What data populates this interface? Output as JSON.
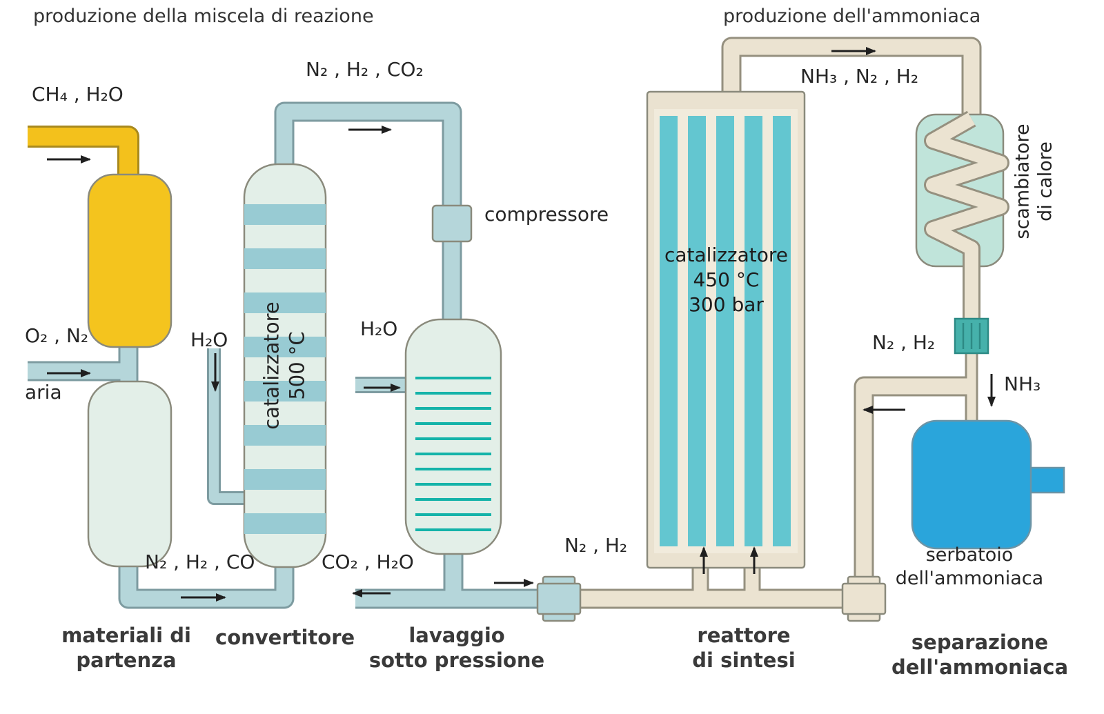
{
  "titles": {
    "left": "produzione della miscela di reazione",
    "right": "produzione dell'ammoniaca"
  },
  "streams": {
    "ch4_h2o": "CH₄ , H₂O",
    "o2_n2": "O₂ , N₂",
    "aria": "aria",
    "n2_h2_co2": "N₂ , H₂ , CO₂",
    "h2o_converter": "H₂O",
    "h2o_wash": "H₂O",
    "n2_h2_co": "N₂ , H₂ , CO",
    "co2_h2o": "CO₂ , H₂O",
    "n2_h2_feed": "N₂ , H₂",
    "nh3_n2_h2": "NH₃ , N₂ , H₂",
    "n2_h2_recycle": "N₂ , H₂",
    "nh3": "NH₃"
  },
  "equipment": {
    "compressor": "compressore",
    "converter_catalyst": {
      "line1": "catalizzatore",
      "line2": "500 °C"
    },
    "reactor_catalyst": {
      "line1": "catalizzatore",
      "line2": "450 °C",
      "line3": "300 bar"
    },
    "heat_exchanger": {
      "line1": "scambiatore",
      "line2": "di calore"
    },
    "ammonia_tank": {
      "line1": "serbatoio",
      "line2": "dell'ammoniaca"
    }
  },
  "section_labels": {
    "materials": {
      "line1": "materiali di",
      "line2": "partenza"
    },
    "converter": "convertitore",
    "washing": {
      "line1": "lavaggio",
      "line2": "sotto pressione"
    },
    "reactor": {
      "line1": "reattore",
      "line2": "di sintesi"
    },
    "separation": {
      "line1": "separazione",
      "line2": "dell'ammoniaca"
    }
  },
  "colors": {
    "pipe_teal": "#b5d6da",
    "pipe_beige": "#ebe3d1",
    "pipe_yellow": "#f3c11c",
    "vessel_mint": "#e3efe8",
    "vessel_yellow": "#f4c41e",
    "converter_band": "#98cbd3",
    "wash_line": "#14b3a9",
    "reactor_body": "#eae2d0",
    "reactor_stripe": "#63c6d0",
    "hx_mint": "#c0e4da",
    "valve_teal": "#46b1ab",
    "tank_blue": "#2aa5db"
  }
}
